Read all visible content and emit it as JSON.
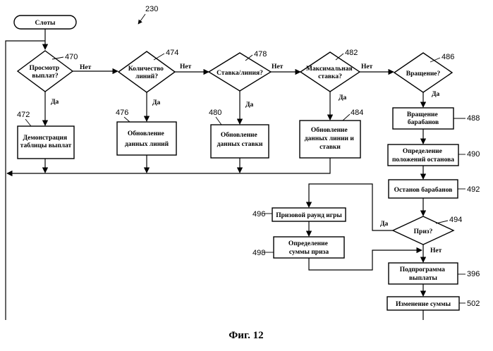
{
  "diagram_number": "230",
  "figure_caption": "Фиг. 12",
  "start": {
    "label": "Слоты"
  },
  "decisions": {
    "d470": {
      "lines": [
        "Просмотр",
        "выплат?"
      ],
      "ref": "470",
      "yes": "Да",
      "no": "Нет"
    },
    "d474": {
      "lines": [
        "Количество",
        "линий?"
      ],
      "ref": "474",
      "yes": "Да",
      "no": "Нет"
    },
    "d478": {
      "lines": [
        "Ставка/линия?"
      ],
      "ref": "478",
      "yes": "Да",
      "no": "Нет"
    },
    "d482": {
      "lines": [
        "Максимальная",
        "ставка?"
      ],
      "ref": "482",
      "yes": "Да",
      "no": "Нет"
    },
    "d486": {
      "lines": [
        "Вращение?"
      ],
      "ref": "486",
      "yes": "Да"
    },
    "d494": {
      "lines": [
        "Приз?"
      ],
      "ref": "494",
      "yes": "Да",
      "no": "Нет"
    }
  },
  "processes": {
    "p472": {
      "lines": [
        "Демонстрация",
        "таблицы выплат"
      ],
      "ref": "472"
    },
    "p476": {
      "lines": [
        "Обновление",
        "данных линий"
      ],
      "ref": "476"
    },
    "p480": {
      "lines": [
        "Обновление",
        "данных ставки"
      ],
      "ref": "480"
    },
    "p484": {
      "lines": [
        "Обновление",
        "данных линии и",
        "ставки"
      ],
      "ref": "484"
    },
    "p488": {
      "lines": [
        "Вращение",
        "барабанов"
      ],
      "ref": "488"
    },
    "p490": {
      "lines": [
        "Определение",
        "положений останова"
      ],
      "ref": "490"
    },
    "p492": {
      "lines": [
        "Останов барабанов"
      ],
      "ref": "492"
    },
    "p496": {
      "lines": [
        "Призовой раунд игры"
      ],
      "ref": "496"
    },
    "p498": {
      "lines": [
        "Определение",
        "суммы приза"
      ],
      "ref": "498"
    },
    "p396": {
      "lines": [
        "Подпрограмма",
        "выплаты"
      ],
      "ref": "396"
    },
    "p502": {
      "lines": [
        "Изменение суммы"
      ],
      "ref": "502"
    }
  }
}
